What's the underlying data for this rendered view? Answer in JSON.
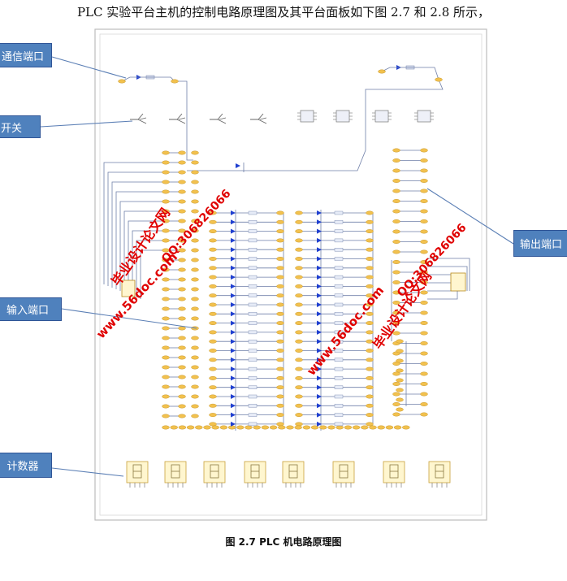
{
  "heading": "PLC 实验平台主机的控制电路原理图及其平台面板如下图 2.7  和  2.8 所示，",
  "callouts": {
    "comm_port": "通信端口",
    "switch": "开关",
    "input_port": "输入端口",
    "counter": "计数器",
    "output_port": "输出端口"
  },
  "watermarks": {
    "site": "www.56doc.com",
    "qq": "QQ:306826066",
    "brand": "毕业设计论文网"
  },
  "caption": "图 2.7    PLC 机电路原理图",
  "colors": {
    "callout_fill": "#4f81bd",
    "pad": "#f2c14e",
    "wire": "#6f7fa8",
    "diode": "#1f3fd0",
    "watermark": "#e00000"
  }
}
